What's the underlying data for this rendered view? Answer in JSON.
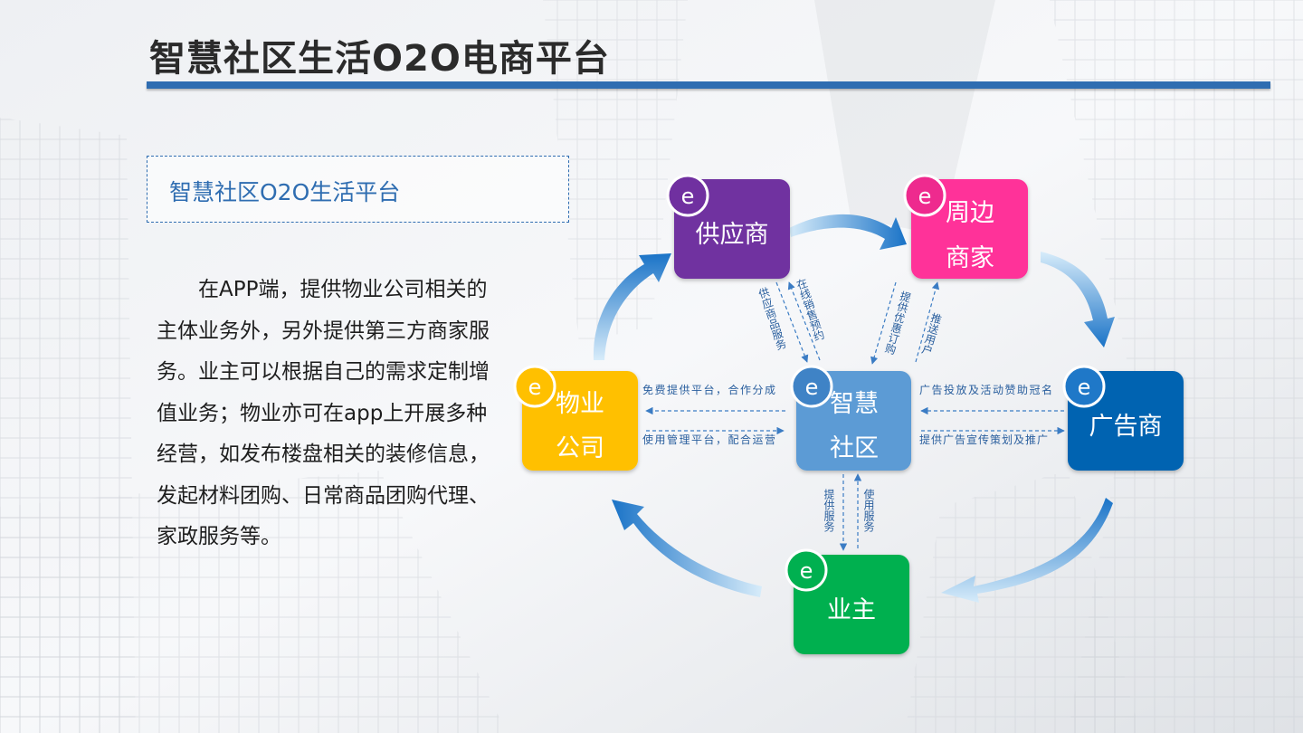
{
  "slide": {
    "title": "智慧社区生活O2O电商平台",
    "subtitle": "智慧社区O2O生活平台",
    "body": "在APP端，提供物业公司相关的主体业务外，另外提供第三方商家服务。业主可以根据自己的需求定制增值业务；物业亦可在app上开展多种经营，如发布楼盘相关的装修信息，发起材料团购、日常商品团购代理、家政服务等。"
  },
  "diagram": {
    "badge": "e",
    "nodes": {
      "supplier": {
        "lines": [
          "供应商"
        ],
        "color": "#7030a0",
        "badge_color": "#7030a0"
      },
      "merchant": {
        "lines": [
          "周边",
          "商家"
        ],
        "color": "#ff3399",
        "badge_color": "#ee2a8e"
      },
      "property": {
        "lines": [
          "物业",
          "公司"
        ],
        "color": "#ffc000",
        "badge_color": "#ffc000"
      },
      "center": {
        "lines": [
          "智慧",
          "社区"
        ],
        "color": "#5b9bd5",
        "badge_color": "#3f83c6"
      },
      "advertiser": {
        "lines": [
          "广告商"
        ],
        "color": "#0063b1",
        "badge_color": "#1f78c8"
      },
      "owner": {
        "lines": [
          "业主"
        ],
        "color": "#00b050",
        "badge_color": "#00b050"
      }
    },
    "edge_labels": {
      "supplier_down": "供应商品服务",
      "center_up_to_supplier": "在线销售预约",
      "merchant_down": "提供优惠订购",
      "center_up_to_merchant": "推送用户",
      "property_top": "免费提供平台，合作分成",
      "property_bottom": "使用管理平台，配合运营",
      "advertiser_top": "广告投放及活动赞助冠名",
      "advertiser_bottom": "提供广告宣传策划及推广",
      "owner_left": "提供服务",
      "owner_right": "使用服务"
    }
  }
}
